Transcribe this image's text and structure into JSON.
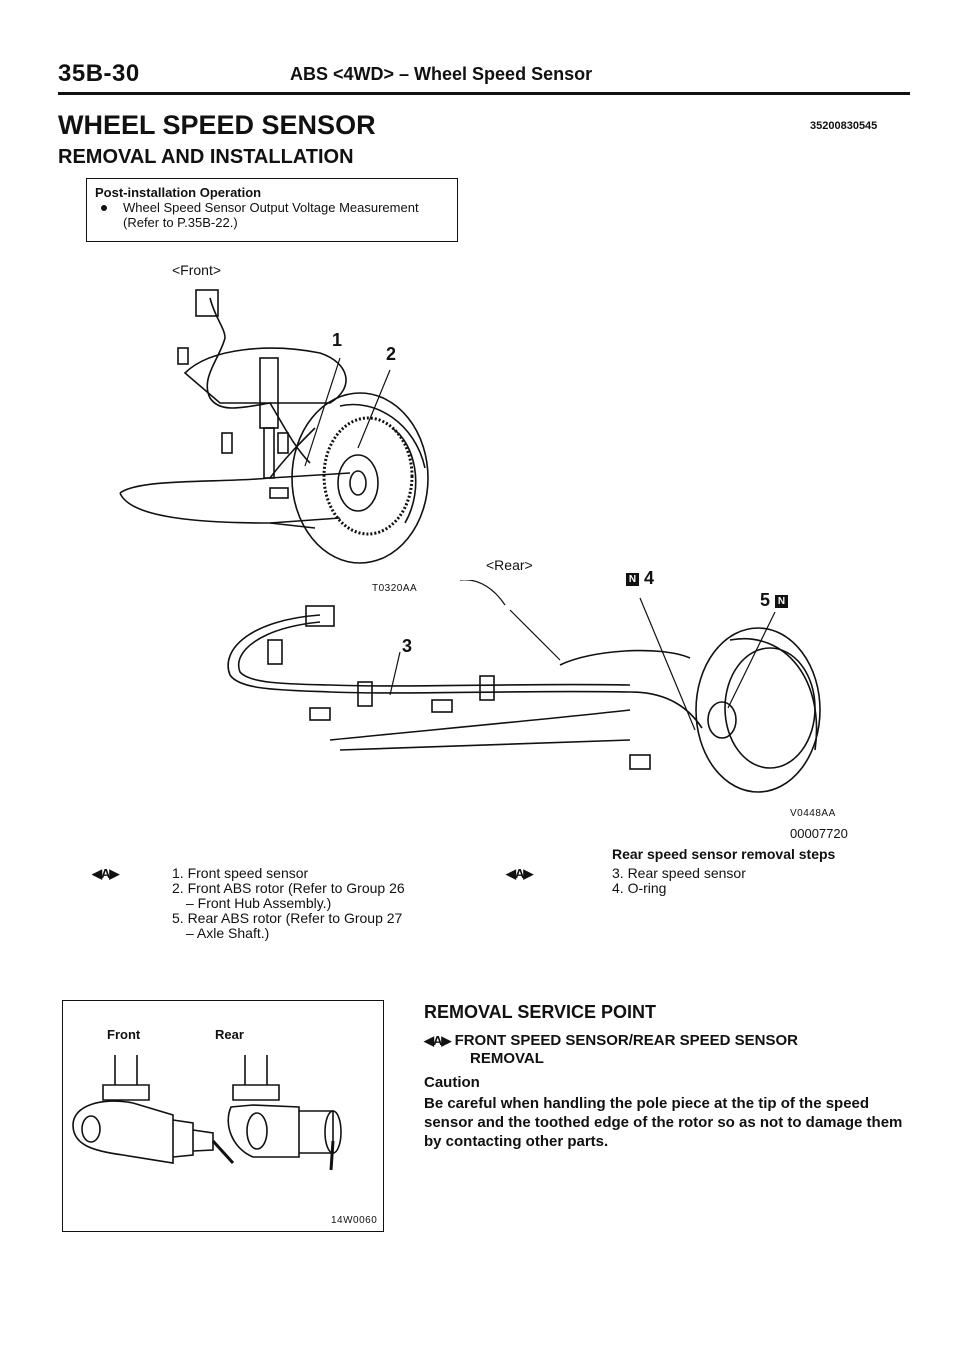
{
  "header": {
    "page_number": "35B-30",
    "section_title": "ABS <4WD> – Wheel Speed Sensor"
  },
  "title": "WHEEL SPEED SENSOR",
  "doc_id": "35200830545",
  "subtitle": "REMOVAL AND INSTALLATION",
  "post_installation": {
    "title": "Post-installation Operation",
    "item_line1": "Wheel Speed Sensor Output Voltage Measurement",
    "item_line2": "(Refer to P.35B-22.)"
  },
  "front_diagram": {
    "label": "<Front>",
    "callout_1": "1",
    "callout_2": "2",
    "code": "T0320AA"
  },
  "rear_diagram": {
    "label": "<Rear>",
    "callout_3": "3",
    "callout_4": "4",
    "callout_5": "5",
    "badge": "N",
    "code": "V0448AA"
  },
  "figure_code": "00007720",
  "rear_steps_title": "Rear speed sensor removal steps",
  "service_mark": "◀A▶",
  "front_steps": [
    "1. Front speed sensor",
    "2. Front ABS rotor (Refer to Group 26",
    "– Front Hub Assembly.)",
    "5. Rear ABS rotor (Refer to Group 27",
    "– Axle Shaft.)"
  ],
  "rear_steps": [
    "3. Rear speed sensor",
    "4. O-ring"
  ],
  "sensor_figure": {
    "front": "Front",
    "rear": "Rear",
    "code": "14W0060"
  },
  "removal_service": {
    "heading": "REMOVAL SERVICE POINT",
    "step_line1": "FRONT SPEED SENSOR/REAR SPEED SENSOR",
    "step_line2": "REMOVAL",
    "caution_label": "Caution",
    "caution_text": "Be careful when handling the pole piece at the tip of the speed sensor and the toothed edge of the rotor so as not to damage them by contacting other parts."
  }
}
